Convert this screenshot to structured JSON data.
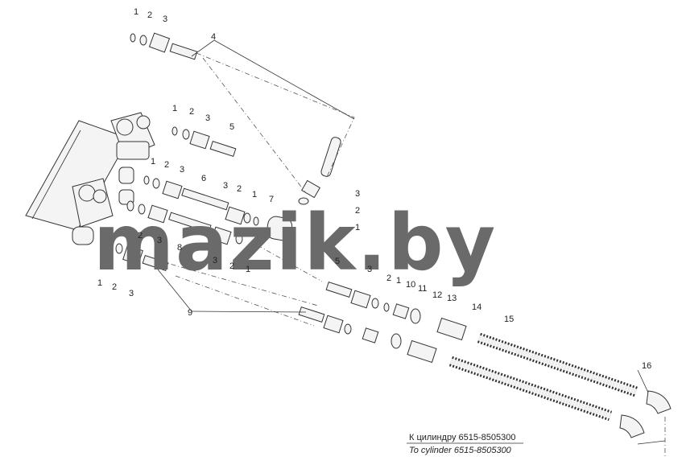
{
  "watermark": "mazik.by",
  "callouts": {
    "c1": "1",
    "c2": "2",
    "c3": "3",
    "c4": "4",
    "c5": "5",
    "c6": "6",
    "c7": "7",
    "c8": "8",
    "c9": "9",
    "c10": "10",
    "c11": "11",
    "c12": "12",
    "c13": "13",
    "c14": "14",
    "c15": "15",
    "c16": "16"
  },
  "caption": {
    "ru": "К цилиндру 6515-8505300",
    "en": "To cylinder 6515-8505300"
  }
}
